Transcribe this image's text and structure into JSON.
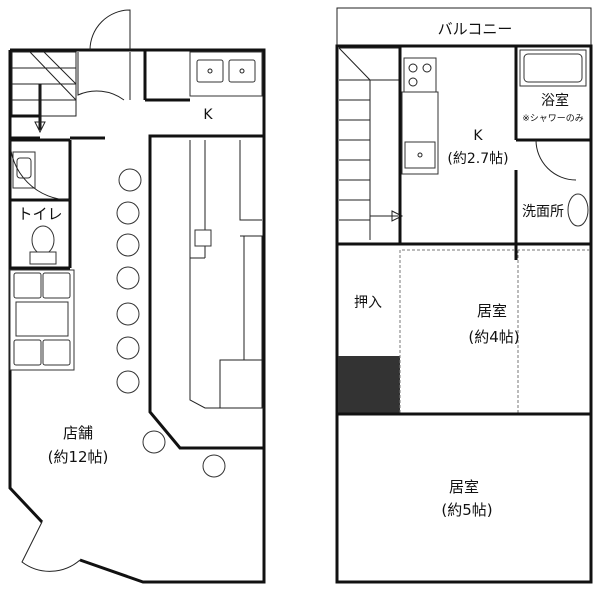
{
  "floor1": {
    "kitchen_label": "K",
    "toilet_label": "トイレ",
    "shop_label": "店舗",
    "shop_area": "(約12帖)"
  },
  "floor2": {
    "balcony_label": "バルコニー",
    "kitchen_label": "K",
    "kitchen_area": "(約2.7帖)",
    "bath_label": "浴室",
    "bath_note": "※シャワーのみ",
    "washroom_label": "洗面所",
    "closet_label": "押入",
    "room1_label": "居室",
    "room1_area": "(約4帖)",
    "room2_label": "居室",
    "room2_area": "(約5帖)"
  },
  "colors": {
    "wall": "#111111",
    "closet_fill": "#333333",
    "fixture_fill": "#e6e6e6"
  },
  "icons": [
    "door-swing-icon",
    "stair-arrow-icon",
    "sink-icon",
    "toilet-icon",
    "bar-stool-icon",
    "bathtub-icon",
    "stove-icon"
  ]
}
